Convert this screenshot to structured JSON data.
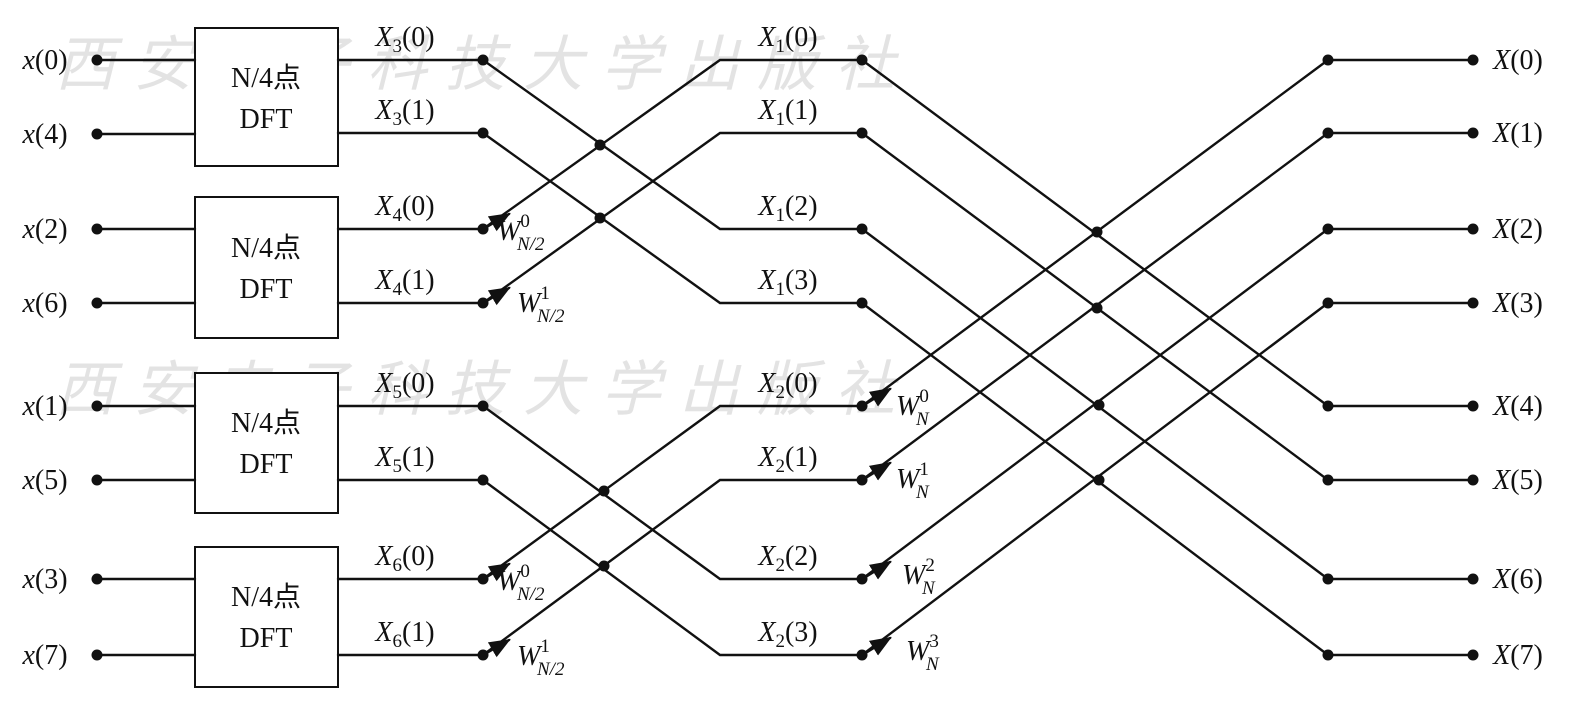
{
  "watermark": "西安电子科技大学出版社",
  "inputs": [
    {
      "var": "x",
      "idx": "0"
    },
    {
      "var": "x",
      "idx": "4"
    },
    {
      "var": "x",
      "idx": "2"
    },
    {
      "var": "x",
      "idx": "6"
    },
    {
      "var": "x",
      "idx": "1"
    },
    {
      "var": "x",
      "idx": "5"
    },
    {
      "var": "x",
      "idx": "3"
    },
    {
      "var": "x",
      "idx": "7"
    }
  ],
  "dft_blocks": [
    {
      "line1": "N/4点",
      "line2": "DFT"
    },
    {
      "line1": "N/4点",
      "line2": "DFT"
    },
    {
      "line1": "N/4点",
      "line2": "DFT"
    },
    {
      "line1": "N/4点",
      "line2": "DFT"
    }
  ],
  "stage1_outputs": [
    {
      "var": "X",
      "sub": "3",
      "idx": "0"
    },
    {
      "var": "X",
      "sub": "3",
      "idx": "1"
    },
    {
      "var": "X",
      "sub": "4",
      "idx": "0"
    },
    {
      "var": "X",
      "sub": "4",
      "idx": "1"
    },
    {
      "var": "X",
      "sub": "5",
      "idx": "0"
    },
    {
      "var": "X",
      "sub": "5",
      "idx": "1"
    },
    {
      "var": "X",
      "sub": "6",
      "idx": "0"
    },
    {
      "var": "X",
      "sub": "6",
      "idx": "1"
    }
  ],
  "stage2_outputs": [
    {
      "var": "X",
      "sub": "1",
      "idx": "0"
    },
    {
      "var": "X",
      "sub": "1",
      "idx": "1"
    },
    {
      "var": "X",
      "sub": "1",
      "idx": "2"
    },
    {
      "var": "X",
      "sub": "1",
      "idx": "3"
    },
    {
      "var": "X",
      "sub": "2",
      "idx": "0"
    },
    {
      "var": "X",
      "sub": "2",
      "idx": "1"
    },
    {
      "var": "X",
      "sub": "2",
      "idx": "2"
    },
    {
      "var": "X",
      "sub": "2",
      "idx": "3"
    }
  ],
  "final_outputs": [
    {
      "var": "X",
      "idx": "0"
    },
    {
      "var": "X",
      "idx": "1"
    },
    {
      "var": "X",
      "idx": "2"
    },
    {
      "var": "X",
      "idx": "3"
    },
    {
      "var": "X",
      "idx": "4"
    },
    {
      "var": "X",
      "idx": "5"
    },
    {
      "var": "X",
      "idx": "6"
    },
    {
      "var": "X",
      "idx": "7"
    }
  ],
  "twiddles_stage1": [
    {
      "base": "W",
      "sup": "0",
      "sub": "N/2"
    },
    {
      "base": "W",
      "sup": "1",
      "sub": "N/2"
    },
    {
      "base": "W",
      "sup": "0",
      "sub": "N/2"
    },
    {
      "base": "W",
      "sup": "1",
      "sub": "N/2"
    }
  ],
  "twiddles_stage2": [
    {
      "base": "W",
      "sup": "0",
      "sub": "N"
    },
    {
      "base": "W",
      "sup": "1",
      "sub": "N"
    },
    {
      "base": "W",
      "sup": "2",
      "sub": "N"
    },
    {
      "base": "W",
      "sup": "3",
      "sub": "N"
    }
  ]
}
